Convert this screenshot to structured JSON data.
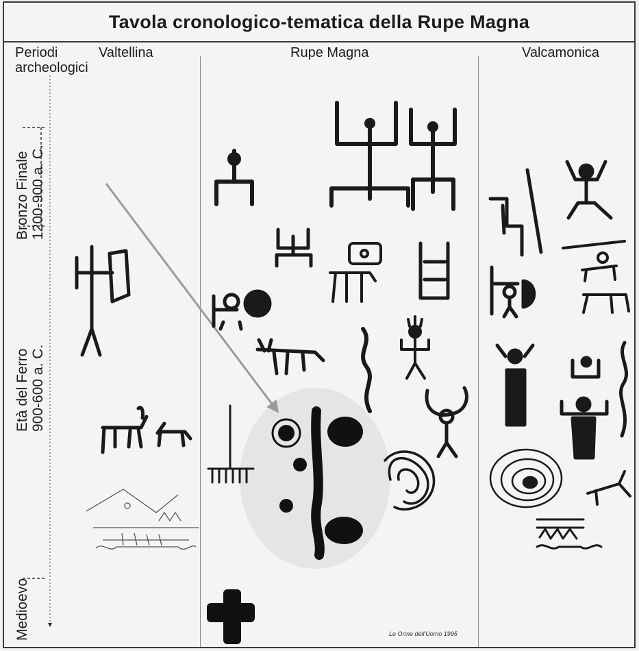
{
  "title": "Tavola cronologico-tematica della Rupe Magna",
  "columns": {
    "periods": [
      "Periodi",
      "archeologici"
    ],
    "valtellina": "Valtellina",
    "rupe_magna": "Rupe Magna",
    "valcamonica": "Valcamonica"
  },
  "periods": {
    "bronze": {
      "name": "Bronzo  Finale",
      "dates": "1200-900  a. C."
    },
    "iron": {
      "name": "Età  del  Ferro",
      "dates": "900-600  a. C."
    },
    "medieval": {
      "name": "Medioevo"
    }
  },
  "credit": "Le Orme dell'Uomo 1995",
  "colors": {
    "ink": "#1a1a1a",
    "arrow": "#9a9a9a",
    "highlight": "#e6e6e4",
    "frame": "#3a3a3a"
  },
  "icons": [
    "stick-figure-icon",
    "horse-rider-icon",
    "goat-icon",
    "dog-icon",
    "axe-icon",
    "cup-mark-icon",
    "labyrinth-icon",
    "cross-icon",
    "serpent-icon",
    "rake-icon",
    "inscription-icon"
  ]
}
